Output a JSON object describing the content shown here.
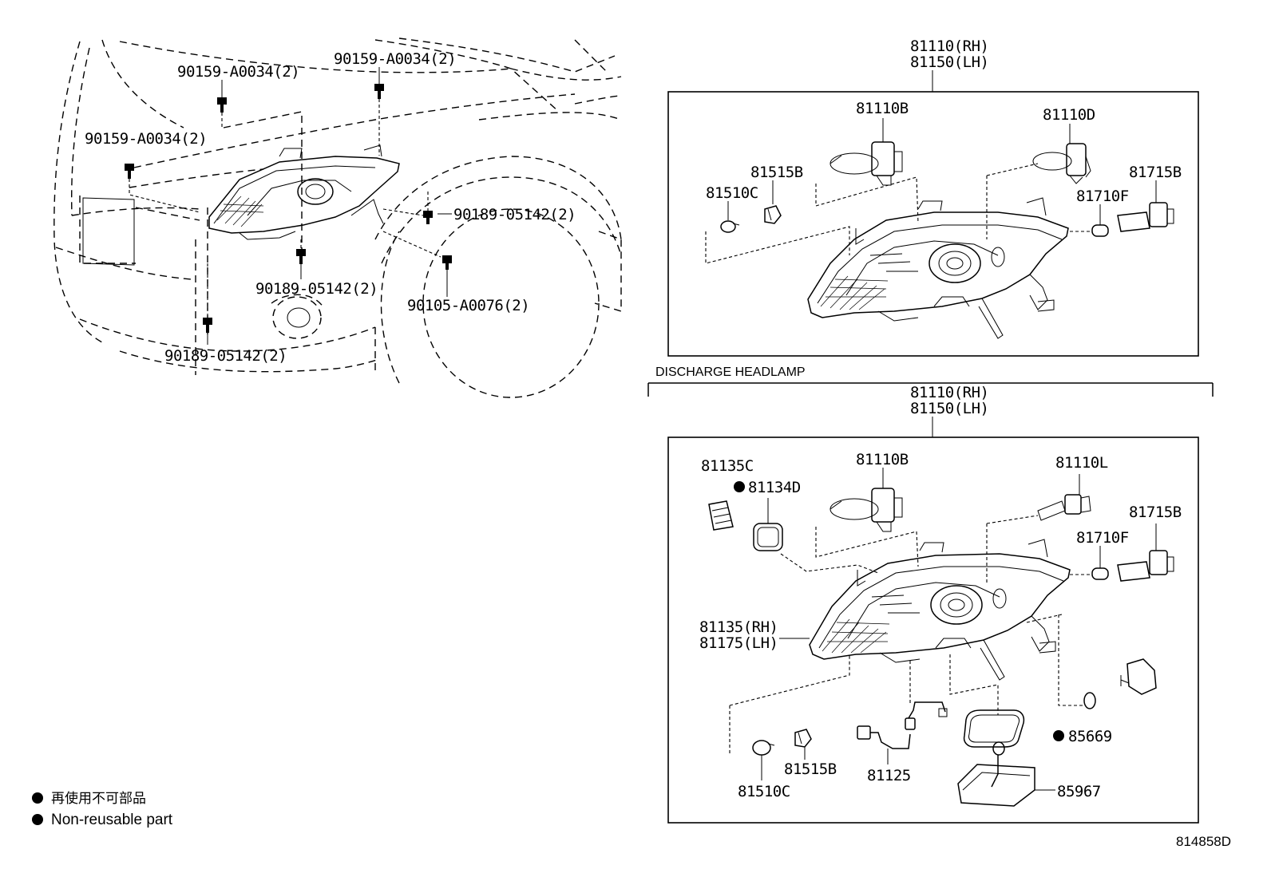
{
  "upper_left_labels": {
    "bolt_top_left": "90159-A0034(2)",
    "bolt_top_mid": "90159-A0034(2)",
    "bolt_left": "90159-A0034(2)",
    "bolt_right": "90189-05142(2)",
    "bolt_bottom_mid": "90189-05142(2)",
    "screw_right": "90105-A0076(2)",
    "bolt_bottom_left": "90189-05142(2)"
  },
  "top_box": {
    "assembly_rh": "81110(RH)",
    "assembly_lh": "81150(LH)",
    "items": {
      "bulb_b": "81110B",
      "bulb_d": "81110D",
      "socket_515b": "81515B",
      "bulb_510c": "81510C",
      "socket_715b": "81715B",
      "bulb_710f": "81710F"
    }
  },
  "section_caption": "DISCHARGE HEADLAMP",
  "bottom_box": {
    "assembly_rh": "81110(RH)",
    "assembly_lh": "81150(LH)",
    "items": {
      "cover_135c": "81135C",
      "gasket_134d": "81134D",
      "bulb_b": "81110B",
      "bulb_l": "81110L",
      "socket_715b": "81715B",
      "bulb_710f": "81710F",
      "unit_rh": "81135(RH)",
      "unit_lh": "81175(LH)",
      "ring_85669": "85669",
      "bulb_510c": "81510C",
      "socket_515b": "81515B",
      "cord_81125": "81125",
      "computer_85967": "85967"
    }
  },
  "legend": {
    "japanese": "再使用不可部品",
    "english": "Non-reusable part"
  },
  "drawing_code": "814858D"
}
